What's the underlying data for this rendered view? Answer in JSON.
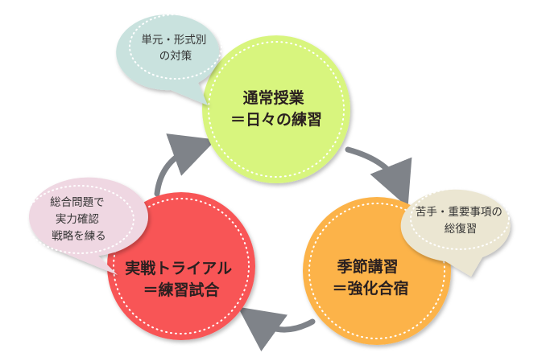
{
  "colors": {
    "green": "#d8f57e",
    "orange": "#fcb349",
    "red": "#f85457",
    "bubble_teal": "#c9e2de",
    "bubble_beige": "#ebe6d2",
    "bubble_pink": "#efd7e2",
    "arrow": "#7f8389"
  },
  "circles": {
    "regular": {
      "line1": "通常授業",
      "line2": "＝日々の練習"
    },
    "seasonal": {
      "line1": "季節講習",
      "line2": "＝強化合宿"
    },
    "trial": {
      "line1": "実戦トライアル",
      "line2": "＝練習試合"
    }
  },
  "bubbles": {
    "regular": {
      "line1": "単元・形式別",
      "line2": "の対策"
    },
    "seasonal": {
      "line1": "苦手・重要事項の",
      "line2": "総復習"
    },
    "trial": {
      "line1": "総合問題で",
      "line2": "実力確認",
      "line3": "戦略を練る"
    }
  }
}
